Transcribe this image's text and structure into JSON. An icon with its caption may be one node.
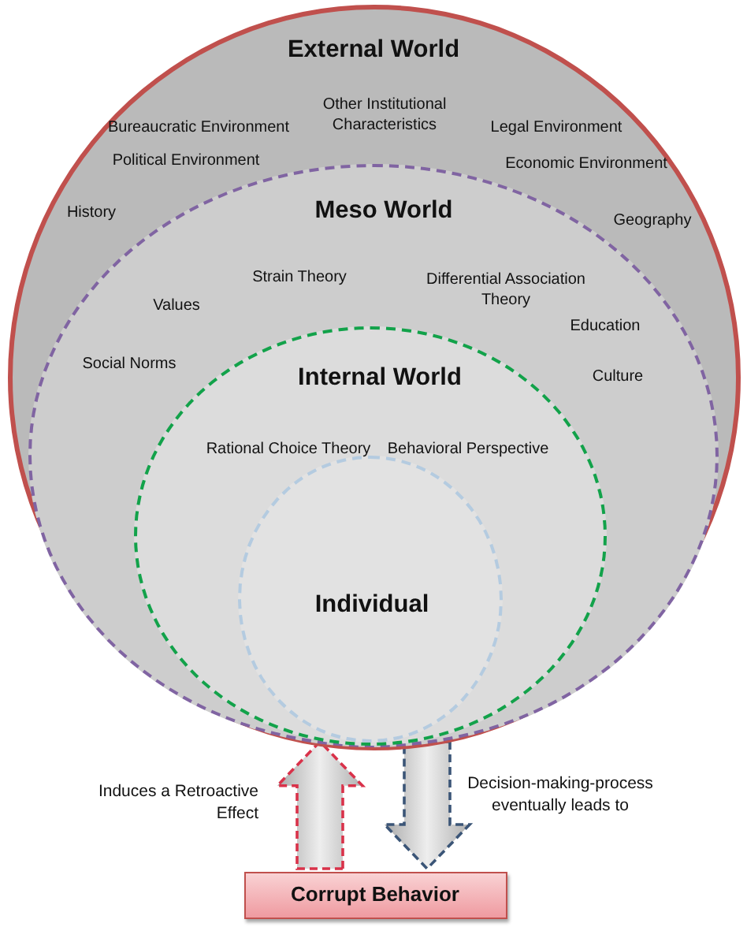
{
  "diagram": {
    "nodes": [
      {
        "text": [
          "External World"
        ]
      },
      {
        "text": [
          "Meso World"
        ],
        "in": 0
      },
      {
        "text": [
          "Internal World"
        ],
        "in": 1
      },
      {
        "text": [
          "Individual"
        ],
        "in": 2
      },
      {
        "text": [
          "Corrupt Behavior"
        ]
      }
    ],
    "edges": [
      {
        "from": 4,
        "to": 0,
        "arrow": "to",
        "label": "Induces a Retroactive Effect",
        "style": "dashed",
        "color": "#d9324a"
      },
      {
        "from": 0,
        "to": 4,
        "arrow": "to",
        "label": "Decision-making-process eventually leads to",
        "style": "dashed",
        "color": "#3b5577"
      }
    ],
    "labels": [
      "Bureaucratic Environment",
      "Other Institutional Characteristics",
      "Legal Environment",
      "Political Environment",
      "Economic Environment",
      "History",
      "Geography",
      "Strain Theory",
      "Values",
      "Differential Association Theory",
      "Education",
      "Social Norms",
      "Culture",
      "Rational Choice Theory",
      "Behavioral Perspective"
    ]
  }
}
